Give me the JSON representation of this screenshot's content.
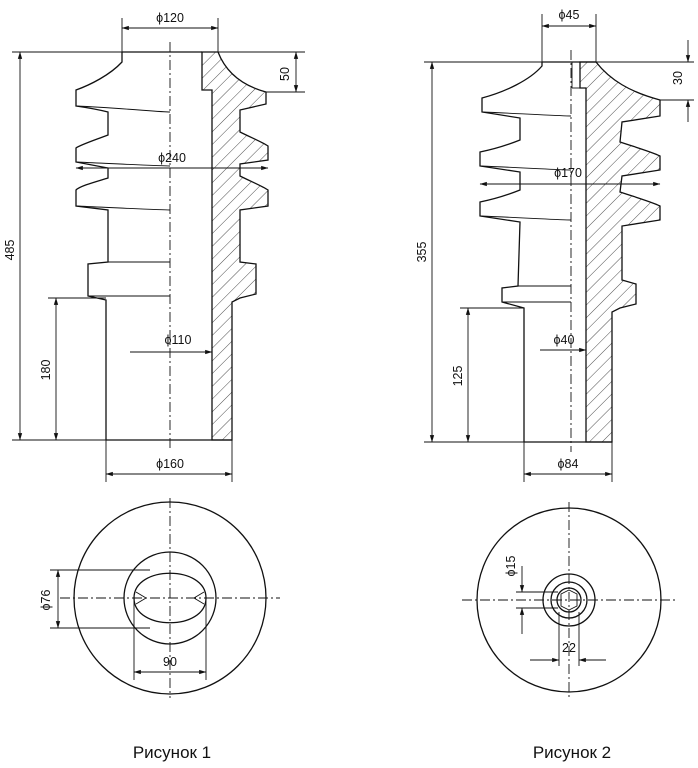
{
  "figure1": {
    "caption": "Рисунок 1",
    "dims": {
      "top_dia": "ϕ120",
      "top_height": "50",
      "shed_dia": "ϕ240",
      "total_height": "485",
      "lower_height": "180",
      "bore_dia": "ϕ110",
      "base_dia": "ϕ160",
      "plan_inner_dia": "ϕ76",
      "plan_width": "90"
    }
  },
  "figure2": {
    "caption": "Рисунок 2",
    "dims": {
      "top_dia": "ϕ45",
      "top_height": "30",
      "shed_dia": "ϕ170",
      "total_height": "355",
      "lower_height": "125",
      "bore_dia": "ϕ40",
      "base_dia": "ϕ84",
      "plan_hole_dia": "ϕ15",
      "plan_width": "22"
    }
  }
}
